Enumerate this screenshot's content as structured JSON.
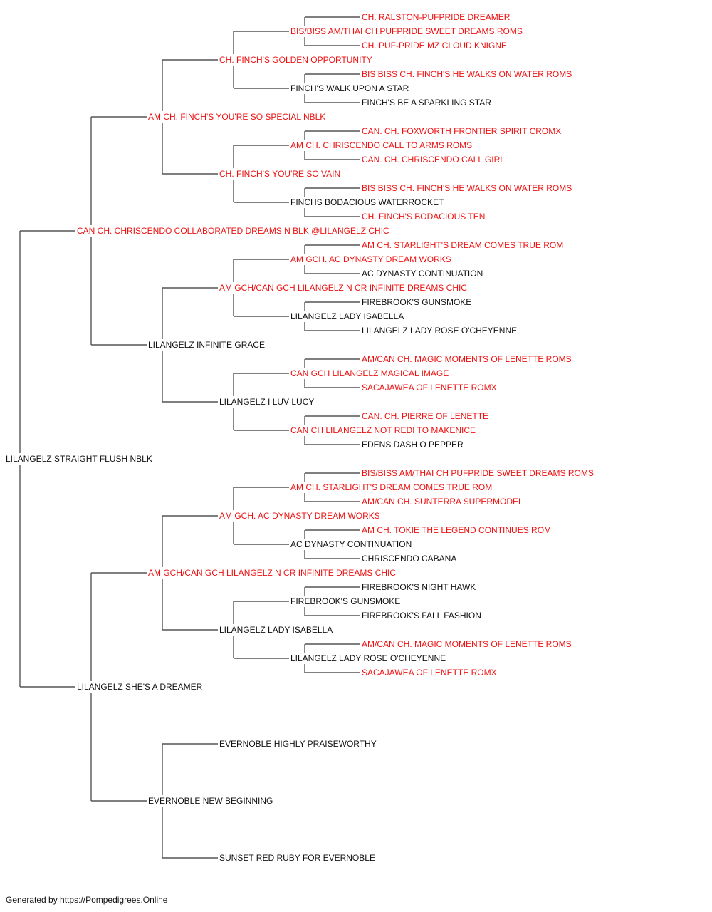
{
  "colors": {
    "titled": "#ee1111",
    "untitled": "#111111",
    "line": "#555555"
  },
  "pedigree": {
    "name": "LILANGELZ STRAIGHT FLUSH NBLK",
    "titled": false,
    "sire": {
      "name": "CAN CH. CHRISCENDO COLLABORATED DREAMS N BLK @LILANGELZ CHIC",
      "titled": true,
      "sire": {
        "name": "AM CH. FINCH'S YOU'RE SO SPECIAL NBLK",
        "titled": true,
        "sire": {
          "name": "CH. FINCH'S GOLDEN OPPORTUNITY",
          "titled": true,
          "sire": {
            "name": "BIS/BISS AM/THAI CH PUFPRIDE SWEET DREAMS ROMS",
            "titled": true,
            "sire": {
              "name": "CH. RALSTON-PUFPRIDE DREAMER",
              "titled": true
            },
            "dam": {
              "name": "CH. PUF-PRIDE MZ CLOUD KNIGNE",
              "titled": true
            }
          },
          "dam": {
            "name": "FINCH'S WALK UPON A STAR",
            "titled": false,
            "sire": {
              "name": "BIS BISS CH. FINCH'S HE WALKS ON WATER ROMS",
              "titled": true
            },
            "dam": {
              "name": "FINCH'S BE A SPARKLING STAR",
              "titled": false
            }
          }
        },
        "dam": {
          "name": "CH. FINCH'S YOU'RE SO VAIN",
          "titled": true,
          "sire": {
            "name": "AM CH. CHRISCENDO CALL TO ARMS ROMS",
            "titled": true,
            "sire": {
              "name": "CAN. CH. FOXWORTH FRONTIER SPIRIT CROMX",
              "titled": true
            },
            "dam": {
              "name": "CAN. CH. CHRISCENDO CALL GIRL",
              "titled": true
            }
          },
          "dam": {
            "name": "FINCHS BODACIOUS WATERROCKET",
            "titled": false,
            "sire": {
              "name": "BIS BISS CH. FINCH'S HE WALKS ON WATER ROMS",
              "titled": true
            },
            "dam": {
              "name": "CH. FINCH'S BODACIOUS TEN",
              "titled": true
            }
          }
        }
      },
      "dam": {
        "name": "LILANGELZ INFINITE GRACE",
        "titled": false,
        "sire": {
          "name": "AM GCH/CAN GCH LILANGELZ N CR INFINITE DREAMS CHIC",
          "titled": true,
          "sire": {
            "name": "AM GCH. AC DYNASTY DREAM WORKS",
            "titled": true,
            "sire": {
              "name": "AM CH. STARLIGHT'S DREAM COMES TRUE ROM",
              "titled": true
            },
            "dam": {
              "name": "AC DYNASTY CONTINUATION",
              "titled": false
            }
          },
          "dam": {
            "name": "LILANGELZ LADY ISABELLA",
            "titled": false,
            "sire": {
              "name": "FIREBROOK'S GUNSMOKE",
              "titled": false
            },
            "dam": {
              "name": "LILANGELZ LADY ROSE O'CHEYENNE",
              "titled": false
            }
          }
        },
        "dam": {
          "name": "LILANGELZ I LUV LUCY",
          "titled": false,
          "sire": {
            "name": "CAN GCH LILANGELZ MAGICAL IMAGE",
            "titled": true,
            "sire": {
              "name": "AM/CAN CH. MAGIC MOMENTS OF LENETTE ROMS",
              "titled": true
            },
            "dam": {
              "name": "SACAJAWEA OF LENETTE ROMX",
              "titled": true
            }
          },
          "dam": {
            "name": "CAN CH LILANGELZ NOT REDI TO MAKENICE",
            "titled": true,
            "sire": {
              "name": "CAN. CH. PIERRE OF LENETTE",
              "titled": true
            },
            "dam": {
              "name": "EDENS DASH O PEPPER",
              "titled": false
            }
          }
        }
      }
    },
    "dam": {
      "name": "LILANGELZ SHE'S A DREAMER",
      "titled": false,
      "sire": {
        "name": "AM GCH/CAN GCH LILANGELZ N CR INFINITE DREAMS CHIC",
        "titled": true,
        "sire": {
          "name": "AM GCH. AC DYNASTY DREAM WORKS",
          "titled": true,
          "sire": {
            "name": "AM CH. STARLIGHT'S DREAM COMES TRUE ROM",
            "titled": true,
            "sire": {
              "name": "BIS/BISS AM/THAI CH PUFPRIDE SWEET DREAMS ROMS",
              "titled": true
            },
            "dam": {
              "name": "AM/CAN CH. SUNTERRA SUPERMODEL",
              "titled": true
            }
          },
          "dam": {
            "name": "AC DYNASTY CONTINUATION",
            "titled": false,
            "sire": {
              "name": "AM CH. TOKIE THE LEGEND CONTINUES ROM",
              "titled": true
            },
            "dam": {
              "name": "CHRISCENDO CABANA",
              "titled": false
            }
          }
        },
        "dam": {
          "name": "LILANGELZ LADY ISABELLA",
          "titled": false,
          "sire": {
            "name": "FIREBROOK'S GUNSMOKE",
            "titled": false,
            "sire": {
              "name": "FIREBROOK'S NIGHT HAWK",
              "titled": false
            },
            "dam": {
              "name": "FIREBROOK'S FALL FASHION",
              "titled": false
            }
          },
          "dam": {
            "name": "LILANGELZ LADY ROSE O'CHEYENNE",
            "titled": false,
            "sire": {
              "name": "AM/CAN CH. MAGIC MOMENTS OF LENETTE ROMS",
              "titled": true
            },
            "dam": {
              "name": "SACAJAWEA OF LENETTE ROMX",
              "titled": true
            }
          }
        }
      },
      "dam": {
        "name": "EVERNOBLE NEW BEGINNING",
        "titled": false,
        "sire": {
          "name": "EVERNOBLE HIGHLY PRAISEWORTHY",
          "titled": false
        },
        "dam": {
          "name": "SUNSET RED RUBY FOR EVERNOBLE",
          "titled": false
        }
      }
    }
  },
  "footer": "Generated by https://Pompedigrees.Online"
}
